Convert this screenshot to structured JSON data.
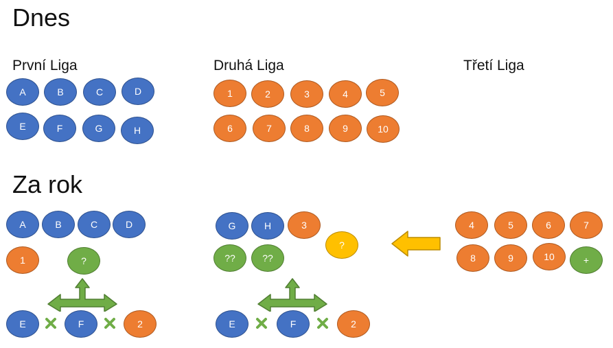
{
  "today": {
    "heading": "Dnes",
    "league1": {
      "label": "První Liga",
      "row1": [
        "A",
        "B",
        "C",
        "D"
      ],
      "row2": [
        "E",
        "F",
        "G",
        "H"
      ]
    },
    "league2": {
      "label": "Druhá Liga",
      "row1": [
        "1",
        "2",
        "3",
        "4",
        "5"
      ],
      "row2": [
        "6",
        "7",
        "8",
        "9",
        "10"
      ]
    },
    "league3": {
      "label": "Třetí Liga"
    }
  },
  "next_year": {
    "heading": "Za rok",
    "first": {
      "row1": [
        "A",
        "B",
        "C",
        "D"
      ],
      "promoted": "1",
      "playoff_winner": "?",
      "bottom": [
        "E",
        "F",
        "2"
      ]
    },
    "second": {
      "row1": [
        "G",
        "H",
        "3"
      ],
      "row2": [
        "??",
        "??"
      ],
      "incoming": "?",
      "bottom": [
        "E",
        "F",
        "2"
      ]
    },
    "third": {
      "row1": [
        "4",
        "5",
        "6",
        "7"
      ],
      "row2": [
        "8",
        "9",
        "10",
        "+"
      ]
    }
  },
  "colors": {
    "first_league": "#4472c4",
    "second_league": "#ed7d31",
    "playoff": "#70ad47",
    "unknown": "#ffc000"
  },
  "icons": [
    "split-arrow-icon",
    "cross-icon",
    "left-arrow-icon"
  ]
}
